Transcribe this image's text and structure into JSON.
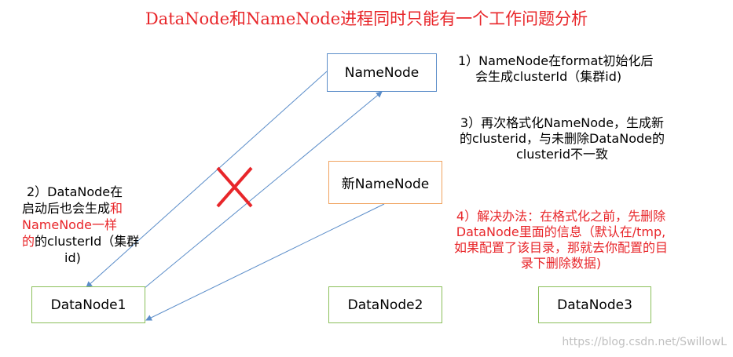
{
  "title": "DataNode和NameNode进程同时只能有一个工作问题分析",
  "nodes": {
    "namenode": "NameNode",
    "new_namenode": "新NameNode",
    "datanode1": "DataNode1",
    "datanode2": "DataNode2",
    "datanode3": "DataNode3"
  },
  "notes": {
    "note1": [
      "1）NameNode在format初始化后",
      "会生成clusterId（集群id)"
    ],
    "note2": {
      "lines": [
        {
          "black": "2）DataNode在",
          "red": ""
        },
        {
          "black": "启动后也会生成",
          "red": "和"
        },
        {
          "black": "",
          "red": "NameNode一样"
        },
        {
          "black_suffix": "的clusterId（集群",
          "red": "的"
        },
        {
          "black": "id)",
          "red": ""
        }
      ]
    },
    "note3": [
      "3）再次格式化NameNode，生成新",
      "的clusterid，与未删除DataNode的",
      "clusterid不一致"
    ],
    "note4": [
      "4）解决办法：在格式化之前，先删除",
      "DataNode里面的信息（默认在/tmp,",
      "如果配置了该目录，那就去你配置的目",
      "录下删除数据)"
    ]
  },
  "watermark": "https://blog.csdn.net/SwillowL",
  "colors": {
    "title": "#e8262a",
    "arrow": "#5b8dc9",
    "cross": "#e8262a",
    "namenode_border": "#5b8dc9",
    "new_namenode_border": "#f0a25e",
    "datanode_border": "#8bbf5a"
  }
}
